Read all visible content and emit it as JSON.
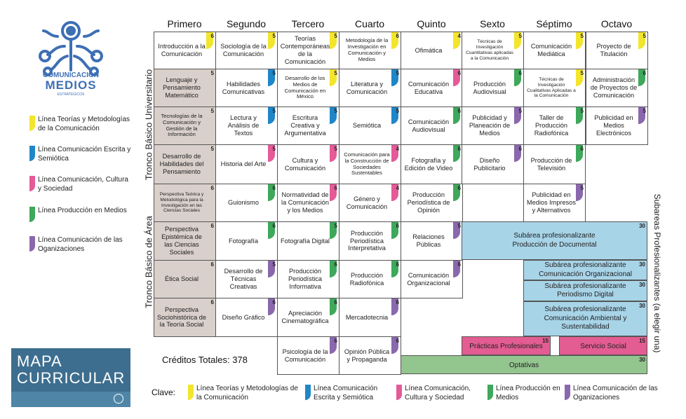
{
  "colors": {
    "teorias": "#f3e52c",
    "escrita": "#1f86c8",
    "cultura": "#e55a99",
    "produccion": "#3ea85b",
    "organizaciones": "#8a68ad",
    "grey": "#d9d0cb",
    "blue": "#a8d4e8",
    "pink": "#e35c92",
    "green": "#93c58f",
    "title_bg": "#3d6e8f"
  },
  "logo": {
    "line1": "COMUNICACIÓN",
    "line2": "MEDIOS",
    "line3": "ESTRATÉGICOS"
  },
  "semesters": [
    "Primero",
    "Segundo",
    "Tercero",
    "Cuarto",
    "Quinto",
    "Sexto",
    "Séptimo",
    "Octavo"
  ],
  "side_labels": {
    "tronco_univ": "Tronco Básico Universitario",
    "tronco_area": "Tronco Básico de Área",
    "subareas": "Subareas Profesionalizantes (a elegir una)"
  },
  "legend": [
    {
      "line": "teorias",
      "label": "Línea Teorías y Metodologías de la Comunicación"
    },
    {
      "line": "escrita",
      "label": "Línea Comunicación Escrita y Semiótica"
    },
    {
      "line": "cultura",
      "label": "Línea Comunicación, Cultura y Sociedad"
    },
    {
      "line": "produccion",
      "label": "Línea Producción en Medios"
    },
    {
      "line": "organizaciones",
      "label": "Línea Comunicación de las Oganizaciones"
    }
  ],
  "clave": {
    "label": "Clave:",
    "items": [
      {
        "line": "teorias",
        "label": "Línea Teorías y Metodologías de la Comunicación"
      },
      {
        "line": "escrita",
        "label": "Línea Comunicación Escrita y Semiótica"
      },
      {
        "line": "cultura",
        "label": "Línea Comunicación, Cultura y Sociedad"
      },
      {
        "line": "produccion",
        "label": "Línea Producción en Medios"
      },
      {
        "line": "organizaciones",
        "label": "Línea Comunicación de las Oganizaciones"
      }
    ]
  },
  "title": {
    "line1": "MAPA",
    "line2": "CURRICULAR"
  },
  "credits_total": "Créditos Totales: 378",
  "subjects": [
    {
      "name": "Introducción a la Comunicación",
      "credits": "6",
      "line": "teorias",
      "col": 0,
      "row": 0
    },
    {
      "name": "Sociología de la Comunicación",
      "credits": "5",
      "line": "teorias",
      "col": 1,
      "row": 0
    },
    {
      "name": "Teorías Contemporáneas de la Comunicación",
      "credits": "5",
      "line": "teorias",
      "col": 2,
      "row": 0
    },
    {
      "name": "Metodología de la Investigación en Comunicación y Medios",
      "credits": "6",
      "line": "teorias",
      "col": 3,
      "row": 0,
      "size": "sm"
    },
    {
      "name": "Ofimática",
      "credits": "4",
      "line": "teorias",
      "col": 4,
      "row": 0
    },
    {
      "name": "Técnicas de Investigación Cuantitativas aplicadas a la Comunicación",
      "credits": "5",
      "line": "teorias",
      "col": 5,
      "row": 0,
      "size": "xs"
    },
    {
      "name": "Comunicación Mediática",
      "credits": "5",
      "line": "teorias",
      "col": 6,
      "row": 0
    },
    {
      "name": "Proyecto de Titulación",
      "credits": "5",
      "line": "teorias",
      "col": 7,
      "row": 0
    },
    {
      "name": "Lenguaje y Pensamiento Matemático",
      "credits": "5",
      "col": 0,
      "row": 1,
      "grey": true
    },
    {
      "name": "Habilidades Comunicativas",
      "credits": "5",
      "line": "escrita",
      "col": 1,
      "row": 1
    },
    {
      "name": "Desarrollo de los Medios de Comunicación en México",
      "credits": "5",
      "line": "teorias",
      "col": 2,
      "row": 1,
      "size": "sm"
    },
    {
      "name": "Literatura y Comunicación",
      "credits": "5",
      "line": "escrita",
      "col": 3,
      "row": 1
    },
    {
      "name": "Comunicación Educativa",
      "credits": "6",
      "line": "cultura",
      "col": 4,
      "row": 1
    },
    {
      "name": "Producción Audiovisual",
      "credits": "6",
      "line": "produccion",
      "col": 5,
      "row": 1
    },
    {
      "name": "Técnicas de Investigación Cualitativas Aplicadas a la Comunicación",
      "credits": "5",
      "line": "teorias",
      "col": 6,
      "row": 1,
      "size": "xs"
    },
    {
      "name": "Administración de Proyectos de Comunicación",
      "credits": "6",
      "line": "produccion",
      "col": 7,
      "row": 1
    },
    {
      "name": "Tecnologías de la Comunicación y Gestión de la Información",
      "credits": "5",
      "col": 0,
      "row": 2,
      "grey": true,
      "size": "sm"
    },
    {
      "name": "Lectura y Análisis de Textos",
      "credits": "5",
      "line": "escrita",
      "col": 1,
      "row": 2
    },
    {
      "name": "Escritura Creativa y Argumentativa",
      "credits": "5",
      "line": "escrita",
      "col": 2,
      "row": 2
    },
    {
      "name": "Semiótica",
      "credits": "5",
      "line": "escrita",
      "col": 3,
      "row": 2
    },
    {
      "name": "Comunicación Audiovisual",
      "credits": "6",
      "line": "produccion",
      "col": 4,
      "row": 2
    },
    {
      "name": "Publicidad y Planeación de Medios",
      "credits": "5",
      "line": "organizaciones",
      "col": 5,
      "row": 2
    },
    {
      "name": "Taller de Producción Radiofónica",
      "credits": "5",
      "line": "produccion",
      "col": 6,
      "row": 2
    },
    {
      "name": "Publicidad en Medios Electrónicos",
      "credits": "5",
      "line": "organizaciones",
      "col": 7,
      "row": 2
    },
    {
      "name": "Desarrollo de Habilidades del Pensamiento",
      "credits": "5",
      "col": 0,
      "row": 3,
      "grey": true
    },
    {
      "name": "Historia del Arte",
      "credits": "5",
      "line": "cultura",
      "col": 1,
      "row": 3
    },
    {
      "name": "Cultura y Comunicación",
      "credits": "5",
      "line": "cultura",
      "col": 2,
      "row": 3
    },
    {
      "name": "Comunicación para la Construcción de Sociedades Sustentables",
      "credits": "4",
      "line": "cultura",
      "col": 3,
      "row": 3,
      "size": "sm"
    },
    {
      "name": "Fotografía y Edición de Video",
      "credits": "6",
      "line": "produccion",
      "col": 4,
      "row": 3
    },
    {
      "name": "Diseño Publicitario",
      "credits": "6",
      "line": "organizaciones",
      "col": 5,
      "row": 3
    },
    {
      "name": "Producción de Televisión",
      "credits": "6",
      "line": "produccion",
      "col": 6,
      "row": 3
    },
    {
      "name": "Perspectiva Teórica y Metodológica para la Investigación en las Ciencias Sociales",
      "credits": "6",
      "col": 0,
      "row": 4,
      "grey": true,
      "size": "xs"
    },
    {
      "name": "Guionismo",
      "credits": "6",
      "line": "produccion",
      "col": 1,
      "row": 4
    },
    {
      "name": "Normatividad de la Comunicación y los Medios",
      "credits": "6",
      "line": "cultura",
      "col": 2,
      "row": 4
    },
    {
      "name": "Género y Comunicación",
      "credits": "4",
      "line": "cultura",
      "col": 3,
      "row": 4
    },
    {
      "name": "Producción Periodística de Opinión",
      "credits": "6",
      "line": "produccion",
      "col": 4,
      "row": 4
    },
    {
      "name": "Publicidad en Medios Impresos y Alternativos",
      "credits": "5",
      "line": "organizaciones",
      "col": 6,
      "row": 4
    },
    {
      "name": "Perspectiva Epistémica de las Ciencias Sociales",
      "credits": "6",
      "col": 0,
      "row": 5,
      "grey": true
    },
    {
      "name": "Fotografía",
      "credits": "6",
      "line": "produccion",
      "col": 1,
      "row": 5
    },
    {
      "name": "Fotografía Digital",
      "credits": "5",
      "line": "produccion",
      "col": 2,
      "row": 5
    },
    {
      "name": "Producción Periodística Interpretativa",
      "credits": "6",
      "line": "produccion",
      "col": 3,
      "row": 5
    },
    {
      "name": "Relaciones Públicas",
      "credits": "5",
      "line": "organizaciones",
      "col": 4,
      "row": 5
    },
    {
      "name": "Ética Social",
      "credits": "6",
      "col": 0,
      "row": 6,
      "grey": true
    },
    {
      "name": "Desarrollo de Técnicas Creativas",
      "credits": "5",
      "line": "organizaciones",
      "col": 1,
      "row": 6
    },
    {
      "name": "Producción Periodística Informativa",
      "credits": "6",
      "line": "produccion",
      "col": 2,
      "row": 6
    },
    {
      "name": "Producción Radiofónica",
      "credits": "6",
      "line": "produccion",
      "col": 3,
      "row": 6
    },
    {
      "name": "Comunicación Organizacional",
      "credits": "6",
      "line": "organizaciones",
      "col": 4,
      "row": 6
    },
    {
      "name": "Perspectiva Sociohistórica de la Teoría Social",
      "credits": "6",
      "col": 0,
      "row": 7,
      "grey": true
    },
    {
      "name": "Diseño Gráfico",
      "credits": "6",
      "line": "organizaciones",
      "col": 1,
      "row": 7
    },
    {
      "name": "Apreciación Cinematográfica",
      "credits": "6",
      "line": "produccion",
      "col": 2,
      "row": 7
    },
    {
      "name": "Mercadotecnia",
      "credits": "6",
      "line": "organizaciones",
      "col": 3,
      "row": 7
    },
    {
      "name": "Psicología de la Comunicación",
      "credits": "6",
      "line": "organizaciones",
      "col": 2,
      "row": 8
    },
    {
      "name": "Opinión Pública y Propaganda",
      "credits": "6",
      "line": "organizaciones",
      "col": 3,
      "row": 8
    }
  ],
  "subareas": [
    {
      "id": "doc",
      "label1": "Subárea profesionalizante",
      "label2": "Producción de Documental",
      "credits": "30"
    },
    {
      "id": "org",
      "label1": "Subárea profesionalizante",
      "label2": "Comunicación Organizacional",
      "credits": "30"
    },
    {
      "id": "per",
      "label1": "Subárea profesionalizante",
      "label2": "Periodismo Digital",
      "credits": "30"
    },
    {
      "id": "amb",
      "label1": "Subárea profesionalizante",
      "label2": "Comunicación Ambiental y Sustentabilidad",
      "credits": "30"
    }
  ],
  "practicas": {
    "label": "Prácticas Profesionales",
    "credits": "15"
  },
  "servicio": {
    "label": "Servicio Social",
    "credits": "15"
  },
  "optativas": {
    "label": "Optativas",
    "credits": "30"
  }
}
